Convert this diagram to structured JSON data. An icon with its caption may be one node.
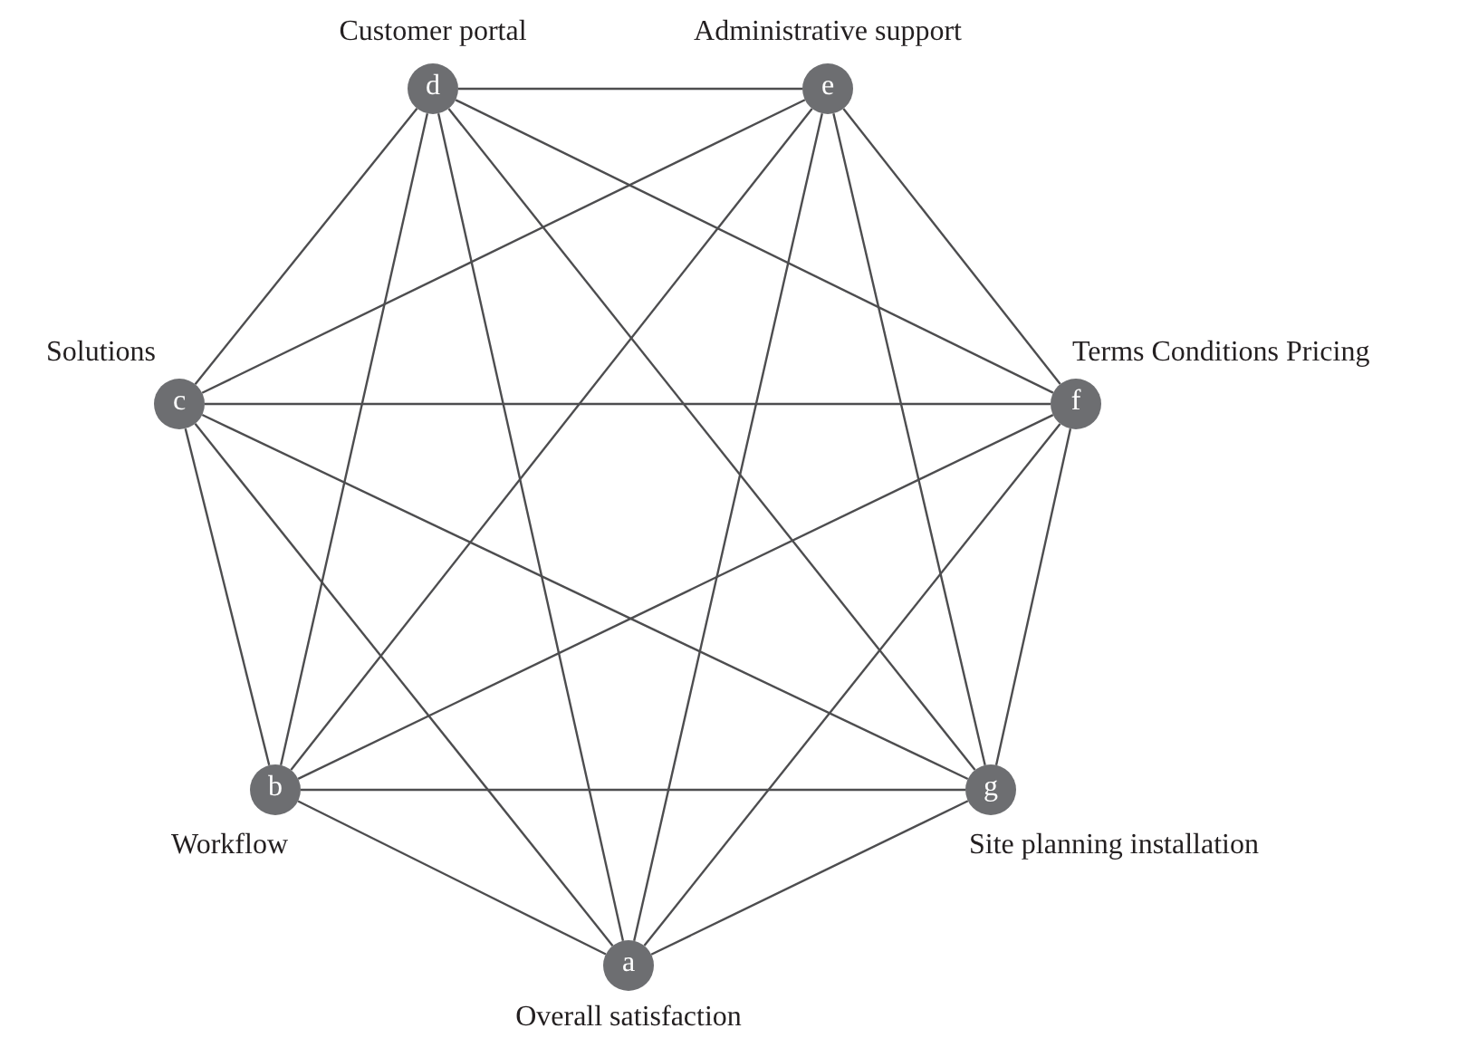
{
  "diagram": {
    "nodes": [
      {
        "text": [
          "d"
        ],
        "beside": [
          "Customer portal"
        ]
      },
      {
        "text": [
          "e"
        ],
        "beside": [
          "Administrative support"
        ]
      },
      {
        "text": [
          "c"
        ],
        "beside": [
          "Solutions"
        ]
      },
      {
        "text": [
          "f"
        ],
        "beside": [
          "Terms Conditions Pricing"
        ]
      },
      {
        "text": [
          "b"
        ],
        "beside": [
          "Workflow"
        ]
      },
      {
        "text": [
          "g"
        ],
        "beside": [
          "Site planning installation"
        ]
      },
      {
        "text": [
          "a"
        ],
        "beside": [
          "Overall satisfaction"
        ]
      }
    ],
    "edges": [
      {
        "from": 0,
        "to": 1,
        "arrow": "none"
      },
      {
        "from": 0,
        "to": 2,
        "arrow": "none"
      },
      {
        "from": 0,
        "to": 3,
        "arrow": "none"
      },
      {
        "from": 0,
        "to": 4,
        "arrow": "none"
      },
      {
        "from": 0,
        "to": 5,
        "arrow": "none"
      },
      {
        "from": 0,
        "to": 6,
        "arrow": "none"
      },
      {
        "from": 1,
        "to": 2,
        "arrow": "none"
      },
      {
        "from": 1,
        "to": 3,
        "arrow": "none"
      },
      {
        "from": 1,
        "to": 4,
        "arrow": "none"
      },
      {
        "from": 1,
        "to": 5,
        "arrow": "none"
      },
      {
        "from": 1,
        "to": 6,
        "arrow": "none"
      },
      {
        "from": 2,
        "to": 3,
        "arrow": "none"
      },
      {
        "from": 2,
        "to": 4,
        "arrow": "none"
      },
      {
        "from": 2,
        "to": 5,
        "arrow": "none"
      },
      {
        "from": 2,
        "to": 6,
        "arrow": "none"
      },
      {
        "from": 3,
        "to": 4,
        "arrow": "none"
      },
      {
        "from": 3,
        "to": 5,
        "arrow": "none"
      },
      {
        "from": 3,
        "to": 6,
        "arrow": "none"
      },
      {
        "from": 4,
        "to": 5,
        "arrow": "none"
      },
      {
        "from": 4,
        "to": 6,
        "arrow": "none"
      },
      {
        "from": 5,
        "to": 6,
        "arrow": "none"
      }
    ]
  }
}
